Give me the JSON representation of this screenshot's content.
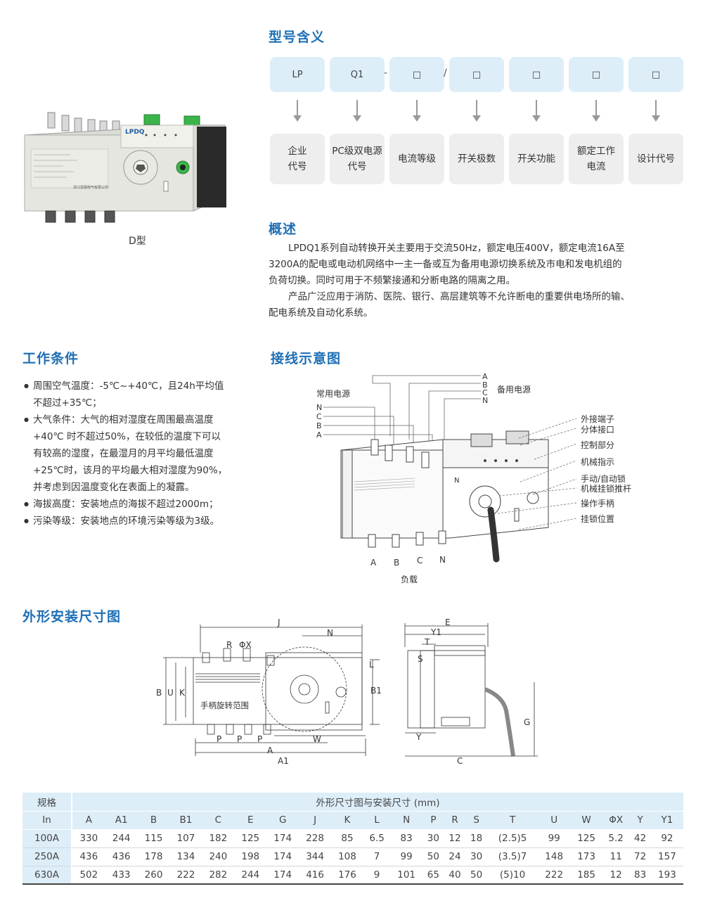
{
  "model_section": {
    "title": "型号含义",
    "codes": [
      "LP",
      "Q1",
      "□",
      "□",
      "□",
      "□",
      "□"
    ],
    "separators": [
      "-",
      "/"
    ],
    "meanings": [
      [
        "企业",
        "代号"
      ],
      [
        "PC级双电源",
        "代号"
      ],
      [
        "电流等级"
      ],
      [
        "开关极数"
      ],
      [
        "开关功能"
      ],
      [
        "额定工作",
        "电流"
      ],
      [
        "设计代号"
      ]
    ]
  },
  "product": {
    "caption": "D型",
    "brand": "LPDQ",
    "maker": "浙江雷朋电气有限公司"
  },
  "overview": {
    "title": "概述",
    "para1": [
      "LPDQ1系列自动转换开关主要用于交流50Hz，额定电压400V，额定电流16A至",
      "3200A的配电或电动机网络中一主一备或互为备用电源切换系统及市电和发电机组的",
      "负荷切换。同时可用于不频繁接通和分断电路的隔离之用。"
    ],
    "para2": [
      "产品广泛应用于消防、医院、银行、高层建筑等不允许断电的重要供电场所的输、",
      "配电系统及自动化系统。"
    ]
  },
  "conditions": {
    "title": "工作条件",
    "items": [
      [
        "周围空气温度：-5℃~+40℃，且24h平均值",
        "不超过+35℃；"
      ],
      [
        "大气条件：大气的相对湿度在周围最高温度",
        "+40℃ 时不超过50%，在较低的温度下可以",
        "有较高的湿度，在最湿月的月平均最低温度",
        "+25℃时，该月的平均最大相对湿度为90%，",
        "并考虑到因温度变化在表面上的凝露。"
      ],
      [
        "海拔高度：安装地点的海拔不超过2000m；"
      ],
      [
        "污染等级：安装地点的环境污染等级为3级。"
      ]
    ]
  },
  "wiring": {
    "title": "接线示意图",
    "normal_source": "常用电源",
    "backup_source": "备用电源",
    "phases_top": [
      "A",
      "B",
      "C",
      "N"
    ],
    "phases_left": [
      "N",
      "C",
      "B",
      "A"
    ],
    "phases_bottom": [
      "A",
      "B",
      "C",
      "N"
    ],
    "load": "负载",
    "n_mark": "N",
    "callouts": [
      "外接端子",
      "分体接口",
      "控制部分",
      "机械指示",
      "手动/自动锁",
      "机械挂锁推杆",
      "操作手柄",
      "挂锁位置"
    ]
  },
  "dimensions": {
    "title": "外形安装尺寸图",
    "front_labels": {
      "J": "J",
      "N": "N",
      "R": "R",
      "PhiX": "ΦX",
      "B": "B",
      "U": "U",
      "K": "K",
      "L": "L",
      "B1": "B1",
      "P": "P",
      "W": "W",
      "A": "A",
      "A1": "A1",
      "handle": "手柄旋转范围"
    },
    "side_labels": {
      "E": "E",
      "Y1": "Y1",
      "T": "T",
      "S": "S",
      "Y": "Y",
      "G": "G",
      "C": "C"
    }
  },
  "table": {
    "spec_header": "规格",
    "dim_header": "外形尺寸图与安装尺寸 (mm)",
    "columns": [
      "In",
      "A",
      "A1",
      "B",
      "B1",
      "C",
      "E",
      "G",
      "J",
      "K",
      "L",
      "N",
      "P",
      "R",
      "S",
      "T",
      "U",
      "W",
      "ΦX",
      "Y",
      "Y1"
    ],
    "rows": [
      [
        "100A",
        "330",
        "244",
        "115",
        "107",
        "182",
        "125",
        "174",
        "228",
        "85",
        "6.5",
        "83",
        "30",
        "12",
        "18",
        "(2.5)5",
        "99",
        "125",
        "5.2",
        "42",
        "92"
      ],
      [
        "250A",
        "436",
        "436",
        "178",
        "134",
        "240",
        "198",
        "174",
        "344",
        "108",
        "7",
        "99",
        "50",
        "24",
        "30",
        "(3.5)7",
        "148",
        "173",
        "11",
        "72",
        "157"
      ],
      [
        "630A",
        "502",
        "433",
        "260",
        "222",
        "282",
        "244",
        "174",
        "416",
        "176",
        "9",
        "101",
        "65",
        "40",
        "50",
        "(5)10",
        "222",
        "185",
        "12",
        "83",
        "193"
      ]
    ]
  }
}
